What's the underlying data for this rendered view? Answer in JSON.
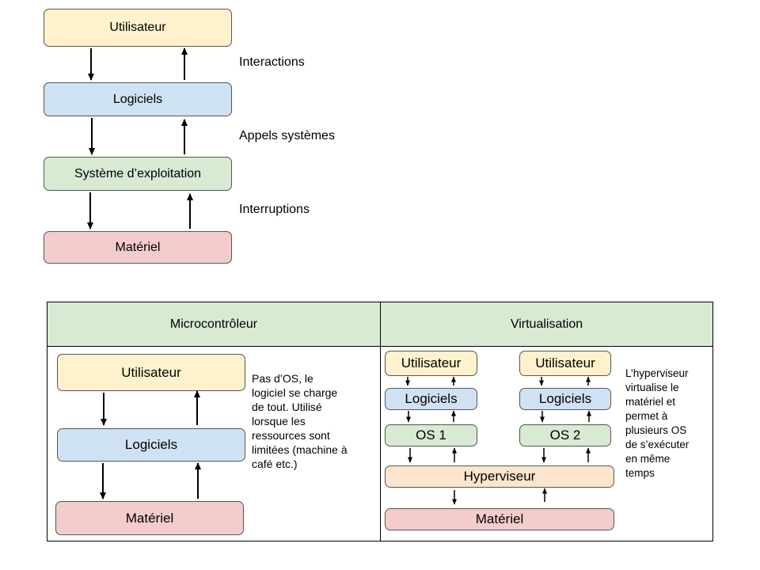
{
  "top": {
    "layers": [
      "Utilisateur",
      "Logiciels",
      "Système d’exploitation",
      "Matériel"
    ],
    "links": [
      "Interactions",
      "Appels systèmes",
      "Interruptions"
    ]
  },
  "micro": {
    "title": "Microcontrôleur",
    "layers": [
      "Utilisateur",
      "Logiciels",
      "Matériel"
    ],
    "note": [
      "Pas d’OS, le",
      "logiciel se charge",
      "de tout. Utilisé",
      "lorsque les",
      "ressources sont",
      "limitées (machine à",
      "café etc.)"
    ]
  },
  "virt": {
    "title": "Virtualisation",
    "vm1": [
      "Utilisateur",
      "Logiciels",
      "OS 1"
    ],
    "vm2": [
      "Utilisateur",
      "Logiciels",
      "OS 2"
    ],
    "hypervisor": "Hyperviseur",
    "hardware": "Matériel",
    "note": [
      "L’hyperviseur",
      "virtualise le",
      "matériel et",
      "permet à",
      "plusieurs OS",
      "de s’exécuter",
      "en même",
      "temps"
    ]
  },
  "colors": {
    "user": "#fff2cc",
    "software": "#cfe2f3",
    "os": "#d9ead3",
    "hardware": "#f4cccc",
    "hypervisor": "#fce5cd",
    "panel_header": "#d9ead3"
  }
}
